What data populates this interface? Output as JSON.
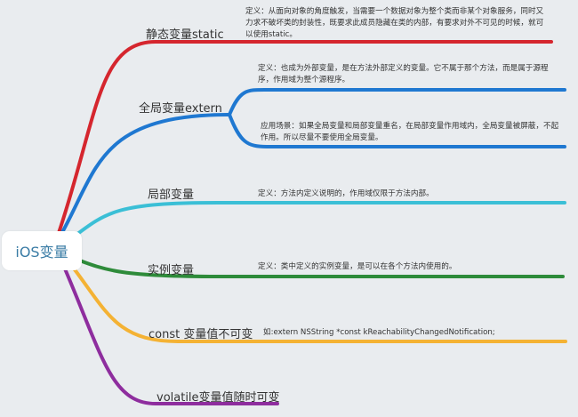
{
  "root": {
    "label": "iOS变量"
  },
  "branches": [
    {
      "id": "static",
      "label": "静态变量static",
      "color": "#d5262e",
      "notes": [
        "定义：从面向对象的角度触发，当需要一个数据对象为整个类而非某个对象服务，同时又力求不破坏类的封装性，既要求此成员隐藏在类的内部，有要求对外不可见的时候，就可以使用static。"
      ]
    },
    {
      "id": "extern",
      "label": "全局变量extern",
      "color": "#1f78d1",
      "notes": [
        "定义：也成为外部变量，是在方法外部定义的变量。它不属于那个方法，而是属于源程序，作用域为整个源程序。",
        "应用场景：如果全局变量和局部变量重名，在局部变量作用域内，全局变量被屏蔽，不起作用。所以尽量不要使用全局变量。"
      ]
    },
    {
      "id": "local",
      "label": "局部变量",
      "color": "#3bbfd6",
      "notes": [
        "定义：方法内定义说明的，作用域仅限于方法内部。"
      ]
    },
    {
      "id": "instance",
      "label": "实例变量",
      "color": "#2e8b3a",
      "notes": [
        "定义：类中定义的实例变量，是可以在各个方法内使用的。"
      ]
    },
    {
      "id": "const",
      "label": "const 变量值不可变",
      "color": "#f4b234",
      "notes": [
        "如:extern NSString *const kReachabilityChangedNotification;"
      ]
    },
    {
      "id": "volatile",
      "label": "volatile变量值随时可变",
      "color": "#8e2d9e",
      "notes": []
    }
  ]
}
